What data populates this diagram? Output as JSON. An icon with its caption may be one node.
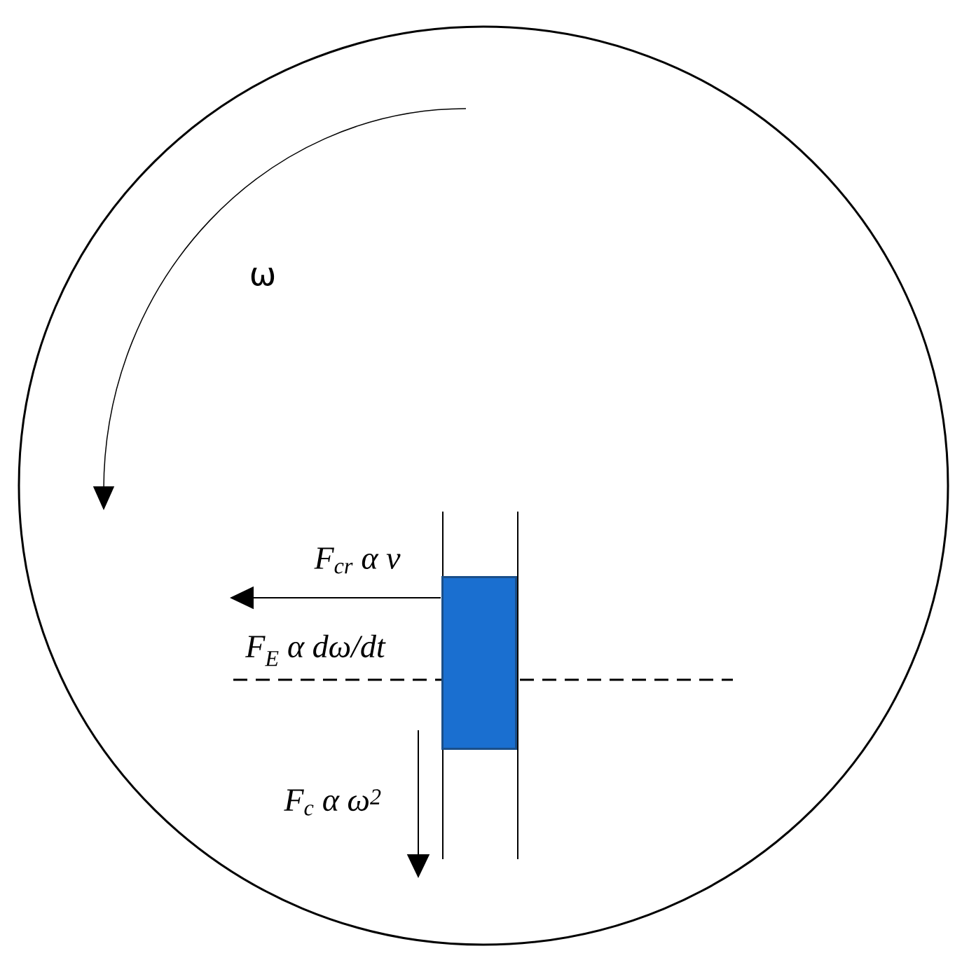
{
  "diagram": {
    "nodes": [
      {
        "text": [],
        "shape": "box"
      }
    ],
    "labels": [
      "ω",
      "F$_{cr}$ α v",
      "F$_{E}$ α dω/dt",
      "F$_{c}$ α ω$^{2}$"
    ]
  }
}
